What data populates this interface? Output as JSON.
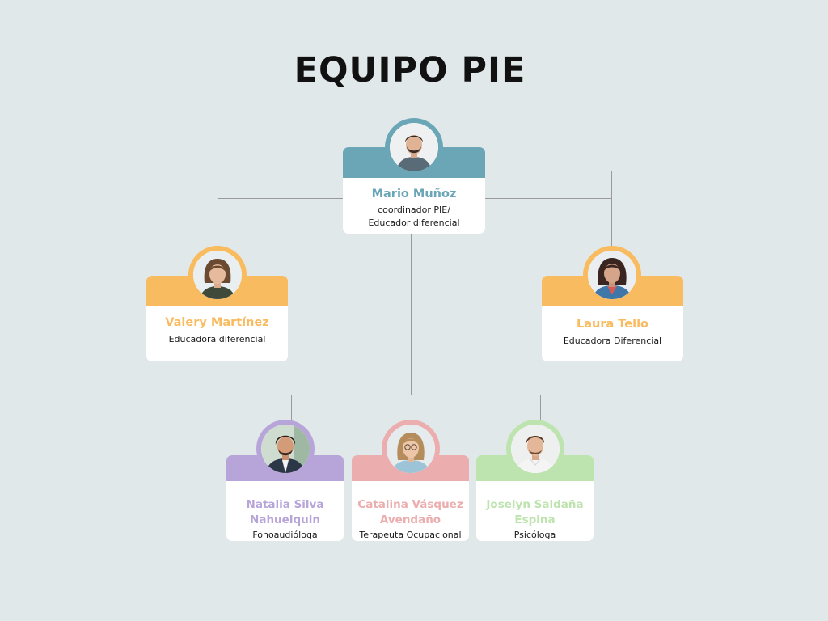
{
  "title": "EQUIPO PIE",
  "colors": {
    "background": "#e1e8ea",
    "connector": "#9a9a9a",
    "teal": "#6aa6b6",
    "orange": "#f9bb5f",
    "purple": "#b7a5d9",
    "pink": "#ebadad",
    "green": "#bde3ae"
  },
  "members": {
    "coordinator": {
      "name": "Mario Muñoz",
      "role_line1": "coordinador PIE/",
      "role_line2": "Educador diferencial",
      "accent": "#6aa6b6",
      "photo": "man-portrait"
    },
    "left": {
      "name": "Valery Martínez",
      "role": "Educadora diferencial",
      "accent": "#f9bb5f",
      "photo": "woman-portrait"
    },
    "right": {
      "name": "Laura Tello",
      "role": "Educadora Diferencial",
      "accent": "#f9bb5f",
      "photo": "woman-portrait"
    },
    "bottom1": {
      "name_line1": "Natalia Silva",
      "name_line2": "Nahuelquin",
      "role": "Fonoaudióloga",
      "accent": "#b7a5d9",
      "photo": "man-portrait"
    },
    "bottom2": {
      "name_line1": "Catalina Vásquez",
      "name_line2": "Avendaño",
      "role": "Terapeuta Ocupacional",
      "accent": "#ebadad",
      "photo": "woman-portrait"
    },
    "bottom3": {
      "name_line1": "Joselyn Saldaña",
      "name_line2": "Espina",
      "role": "Psicóloga",
      "accent": "#bde3ae",
      "photo": "man-portrait"
    }
  }
}
